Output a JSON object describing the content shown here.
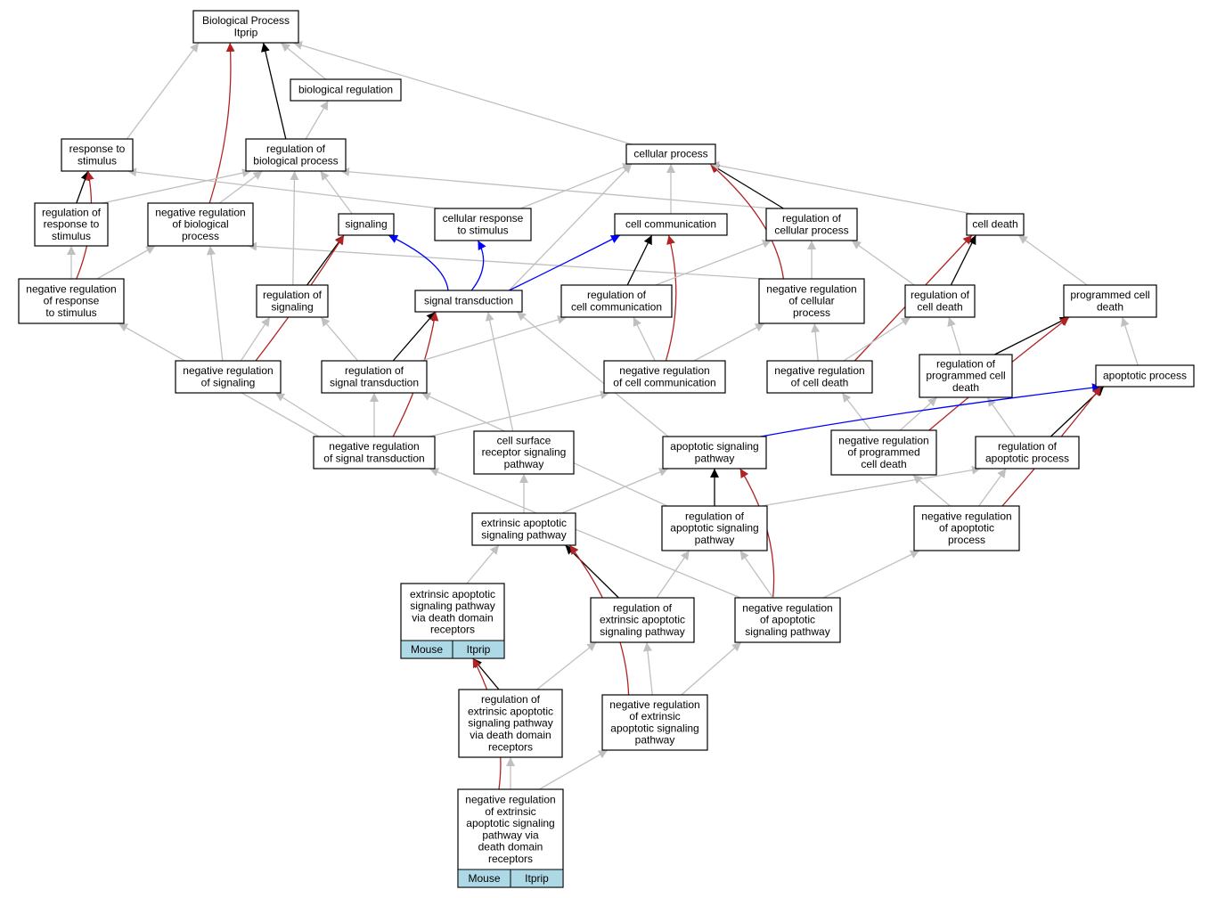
{
  "diagram": {
    "colors": {
      "is_a": "#c0c0c0",
      "part_of": "#000000",
      "regulates": "#000000",
      "negatively_regulates": "#b22222",
      "occurs_in": "#0000ff",
      "annotation_tag": "#add8e6"
    },
    "nodes": [
      {
        "id": "bp",
        "lines": [
          "Biological Process",
          "Itprip"
        ]
      },
      {
        "id": "breg",
        "lines": [
          "biological regulation"
        ]
      },
      {
        "id": "rts",
        "lines": [
          "response to",
          "stimulus"
        ]
      },
      {
        "id": "rbp",
        "lines": [
          "regulation of",
          "biological process"
        ]
      },
      {
        "id": "cp",
        "lines": [
          "cellular process"
        ]
      },
      {
        "id": "rrs",
        "lines": [
          "regulation of",
          "response to",
          "stimulus"
        ]
      },
      {
        "id": "nrbp",
        "lines": [
          "negative regulation",
          "of biological",
          "process"
        ]
      },
      {
        "id": "sig",
        "lines": [
          "signaling"
        ]
      },
      {
        "id": "crs",
        "lines": [
          "cellular response",
          "to stimulus"
        ]
      },
      {
        "id": "cc",
        "lines": [
          "cell communication"
        ]
      },
      {
        "id": "rcp",
        "lines": [
          "regulation of",
          "cellular process"
        ]
      },
      {
        "id": "cd",
        "lines": [
          "cell death"
        ]
      },
      {
        "id": "nrrs",
        "lines": [
          "negative regulation",
          "of response",
          "to stimulus"
        ]
      },
      {
        "id": "rsig",
        "lines": [
          "regulation of",
          "signaling"
        ]
      },
      {
        "id": "st",
        "lines": [
          "signal transduction"
        ]
      },
      {
        "id": "rcc",
        "lines": [
          "regulation of",
          "cell communication"
        ]
      },
      {
        "id": "nrcp",
        "lines": [
          "negative regulation",
          "of cellular",
          "process"
        ]
      },
      {
        "id": "rcd",
        "lines": [
          "regulation of",
          "cell death"
        ]
      },
      {
        "id": "pcd",
        "lines": [
          "programmed cell",
          "death"
        ]
      },
      {
        "id": "nrsig",
        "lines": [
          "negative regulation",
          "of signaling"
        ]
      },
      {
        "id": "rst",
        "lines": [
          "regulation of",
          "signal transduction"
        ]
      },
      {
        "id": "nrcc",
        "lines": [
          "negative regulation",
          "of cell communication"
        ]
      },
      {
        "id": "nrcd",
        "lines": [
          "negative regulation",
          "of cell death"
        ]
      },
      {
        "id": "rpcd",
        "lines": [
          "regulation of",
          "programmed cell",
          "death"
        ]
      },
      {
        "id": "ap",
        "lines": [
          "apoptotic process"
        ]
      },
      {
        "id": "nrst",
        "lines": [
          "negative regulation",
          "of signal transduction"
        ]
      },
      {
        "id": "csrsp",
        "lines": [
          "cell surface",
          "receptor signaling",
          "pathway"
        ]
      },
      {
        "id": "asp",
        "lines": [
          "apoptotic signaling",
          "pathway"
        ]
      },
      {
        "id": "nrpcd",
        "lines": [
          "negative regulation",
          "of programmed",
          "cell death"
        ]
      },
      {
        "id": "rap",
        "lines": [
          "regulation of",
          "apoptotic process"
        ]
      },
      {
        "id": "easp",
        "lines": [
          "extrinsic apoptotic",
          "signaling pathway"
        ]
      },
      {
        "id": "rasp",
        "lines": [
          "regulation of",
          "apoptotic signaling",
          "pathway"
        ]
      },
      {
        "id": "nrap",
        "lines": [
          "negative regulation",
          "of apoptotic",
          "process"
        ]
      },
      {
        "id": "easpdd",
        "lines": [
          "extrinsic apoptotic",
          "signaling pathway",
          "via death domain",
          "receptors"
        ],
        "tags": [
          "Mouse",
          "Itprip"
        ]
      },
      {
        "id": "reasp",
        "lines": [
          "regulation of",
          "extrinsic apoptotic",
          "signaling pathway"
        ]
      },
      {
        "id": "nrasp",
        "lines": [
          "negative regulation",
          "of apoptotic",
          "signaling pathway"
        ]
      },
      {
        "id": "reaspdd",
        "lines": [
          "regulation of",
          "extrinsic apoptotic",
          "signaling pathway",
          "via death domain",
          "receptors"
        ]
      },
      {
        "id": "nreasp",
        "lines": [
          "negative regulation",
          "of extrinsic",
          "apoptotic signaling",
          "pathway"
        ]
      },
      {
        "id": "nreaspdd",
        "lines": [
          "negative regulation",
          "of extrinsic",
          "apoptotic signaling",
          "pathway via",
          "death domain",
          "receptors"
        ],
        "tags": [
          "Mouse",
          "Itprip"
        ]
      }
    ],
    "edges": [
      {
        "from": "breg",
        "to": "bp",
        "type": "is_a"
      },
      {
        "from": "rts",
        "to": "bp",
        "type": "is_a"
      },
      {
        "from": "rbp",
        "to": "bp",
        "type": "regulates"
      },
      {
        "from": "nrbp",
        "to": "bp",
        "type": "negatively_regulates"
      },
      {
        "from": "cp",
        "to": "bp",
        "type": "is_a"
      },
      {
        "from": "rbp",
        "to": "breg",
        "type": "is_a"
      },
      {
        "from": "rrs",
        "to": "rts",
        "type": "regulates"
      },
      {
        "from": "nrrs",
        "to": "rts",
        "type": "negatively_regulates"
      },
      {
        "from": "crs",
        "to": "rts",
        "type": "is_a"
      },
      {
        "from": "rrs",
        "to": "rbp",
        "type": "is_a"
      },
      {
        "from": "nrbp",
        "to": "rbp",
        "type": "is_a"
      },
      {
        "from": "sig",
        "to": "rbp",
        "type": "is_a"
      },
      {
        "from": "rsig",
        "to": "rbp",
        "type": "is_a"
      },
      {
        "from": "rcp",
        "to": "rbp",
        "type": "is_a"
      },
      {
        "from": "crs",
        "to": "cp",
        "type": "is_a"
      },
      {
        "from": "cc",
        "to": "cp",
        "type": "is_a"
      },
      {
        "from": "rcp",
        "to": "cp",
        "type": "regulates"
      },
      {
        "from": "nrcp",
        "to": "cp",
        "type": "negatively_regulates"
      },
      {
        "from": "cd",
        "to": "cp",
        "type": "is_a"
      },
      {
        "from": "st",
        "to": "cp",
        "type": "is_a"
      },
      {
        "from": "nrrs",
        "to": "rrs",
        "type": "is_a"
      },
      {
        "from": "nrrs",
        "to": "nrbp",
        "type": "is_a"
      },
      {
        "from": "nrsig",
        "to": "nrbp",
        "type": "is_a"
      },
      {
        "from": "nrcp",
        "to": "nrbp",
        "type": "is_a"
      },
      {
        "from": "rsig",
        "to": "sig",
        "type": "regulates"
      },
      {
        "from": "nrsig",
        "to": "sig",
        "type": "negatively_regulates"
      },
      {
        "from": "st",
        "to": "sig",
        "type": "occurs_in"
      },
      {
        "from": "st",
        "to": "crs",
        "type": "occurs_in"
      },
      {
        "from": "rcc",
        "to": "cc",
        "type": "regulates"
      },
      {
        "from": "nrcc",
        "to": "cc",
        "type": "negatively_regulates"
      },
      {
        "from": "st",
        "to": "cc",
        "type": "occurs_in"
      },
      {
        "from": "nrcp",
        "to": "rcp",
        "type": "is_a"
      },
      {
        "from": "rcc",
        "to": "rcp",
        "type": "is_a"
      },
      {
        "from": "rcd",
        "to": "rcp",
        "type": "is_a"
      },
      {
        "from": "rcd",
        "to": "cd",
        "type": "regulates"
      },
      {
        "from": "nrcd",
        "to": "cd",
        "type": "negatively_regulates"
      },
      {
        "from": "pcd",
        "to": "cd",
        "type": "is_a"
      },
      {
        "from": "nrsig",
        "to": "rsig",
        "type": "is_a"
      },
      {
        "from": "rst",
        "to": "rsig",
        "type": "is_a"
      },
      {
        "from": "rst",
        "to": "st",
        "type": "regulates"
      },
      {
        "from": "nrst",
        "to": "st",
        "type": "negatively_regulates"
      },
      {
        "from": "csrsp",
        "to": "st",
        "type": "is_a"
      },
      {
        "from": "asp",
        "to": "st",
        "type": "is_a"
      },
      {
        "from": "rst",
        "to": "rcc",
        "type": "is_a"
      },
      {
        "from": "nrcc",
        "to": "rcc",
        "type": "is_a"
      },
      {
        "from": "nrcc",
        "to": "nrcp",
        "type": "is_a"
      },
      {
        "from": "nrcd",
        "to": "nrcp",
        "type": "is_a"
      },
      {
        "from": "nrcd",
        "to": "rcd",
        "type": "is_a"
      },
      {
        "from": "rpcd",
        "to": "rcd",
        "type": "is_a"
      },
      {
        "from": "rpcd",
        "to": "pcd",
        "type": "regulates"
      },
      {
        "from": "nrpcd",
        "to": "pcd",
        "type": "negatively_regulates"
      },
      {
        "from": "ap",
        "to": "pcd",
        "type": "is_a"
      },
      {
        "from": "nrst",
        "to": "nrsig",
        "type": "is_a"
      },
      {
        "from": "nrst",
        "to": "rst",
        "type": "is_a"
      },
      {
        "from": "nrst",
        "to": "nrcc",
        "type": "is_a"
      },
      {
        "from": "nrst",
        "to": "nrrs",
        "type": "is_a"
      },
      {
        "from": "nrpcd",
        "to": "nrcd",
        "type": "is_a"
      },
      {
        "from": "nrpcd",
        "to": "rpcd",
        "type": "is_a"
      },
      {
        "from": "rap",
        "to": "rpcd",
        "type": "is_a"
      },
      {
        "from": "asp",
        "to": "ap",
        "type": "occurs_in"
      },
      {
        "from": "rap",
        "to": "ap",
        "type": "regulates"
      },
      {
        "from": "nrap",
        "to": "ap",
        "type": "negatively_regulates"
      },
      {
        "from": "easp",
        "to": "csrsp",
        "type": "is_a"
      },
      {
        "from": "easp",
        "to": "asp",
        "type": "is_a"
      },
      {
        "from": "rasp",
        "to": "asp",
        "type": "regulates"
      },
      {
        "from": "nrasp",
        "to": "asp",
        "type": "negatively_regulates"
      },
      {
        "from": "rasp",
        "to": "rst",
        "type": "is_a"
      },
      {
        "from": "rasp",
        "to": "rap",
        "type": "is_a"
      },
      {
        "from": "nrap",
        "to": "nrpcd",
        "type": "is_a"
      },
      {
        "from": "nrap",
        "to": "rap",
        "type": "is_a"
      },
      {
        "from": "easpdd",
        "to": "easp",
        "type": "is_a"
      },
      {
        "from": "reasp",
        "to": "easp",
        "type": "regulates"
      },
      {
        "from": "nreasp",
        "to": "easp",
        "type": "negatively_regulates"
      },
      {
        "from": "reasp",
        "to": "rasp",
        "type": "is_a"
      },
      {
        "from": "nrasp",
        "to": "rasp",
        "type": "is_a"
      },
      {
        "from": "nrasp",
        "to": "nrap",
        "type": "is_a"
      },
      {
        "from": "nrasp",
        "to": "nrst",
        "type": "is_a"
      },
      {
        "from": "reaspdd",
        "to": "easpdd",
        "type": "regulates"
      },
      {
        "from": "nreaspdd",
        "to": "easpdd",
        "type": "negatively_regulates"
      },
      {
        "from": "reaspdd",
        "to": "reasp",
        "type": "is_a"
      },
      {
        "from": "nreasp",
        "to": "reasp",
        "type": "is_a"
      },
      {
        "from": "nreasp",
        "to": "nrasp",
        "type": "is_a"
      },
      {
        "from": "nreaspdd",
        "to": "reaspdd",
        "type": "is_a"
      },
      {
        "from": "nreaspdd",
        "to": "nreasp",
        "type": "is_a"
      }
    ]
  }
}
